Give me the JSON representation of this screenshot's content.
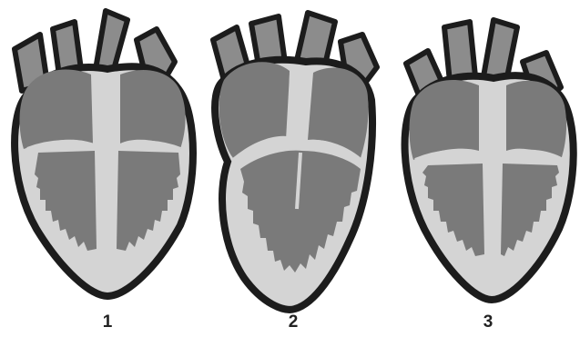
{
  "labels": [
    "1",
    "2",
    "3"
  ],
  "colors": {
    "outline": "#1c1c1c",
    "wall": "#d4d4d4",
    "chamber": "#7a7a7a",
    "vessel": "#8c8c8c",
    "background": "#ffffff"
  }
}
